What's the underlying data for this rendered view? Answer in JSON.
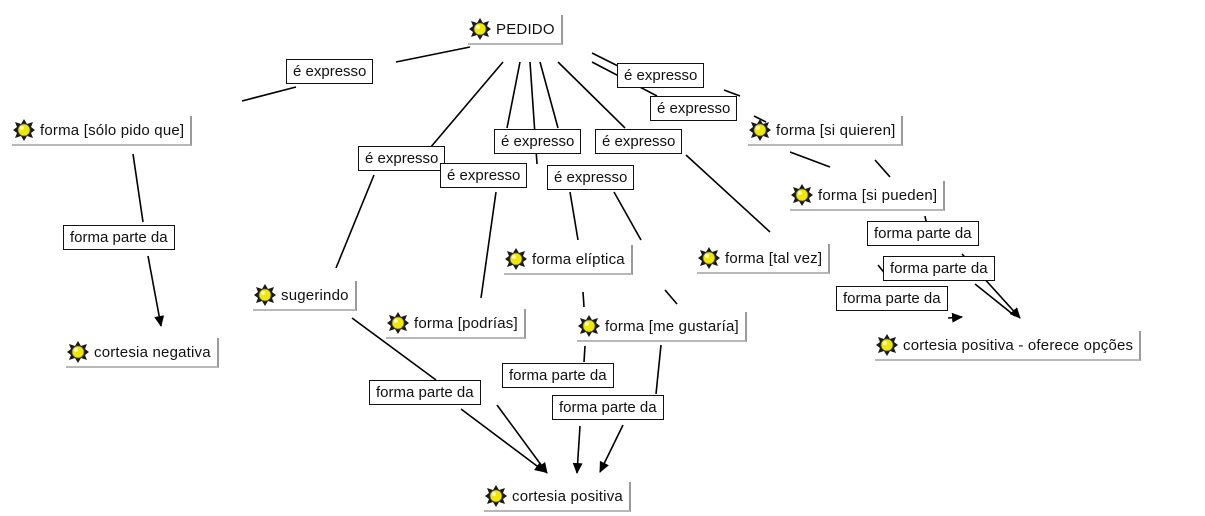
{
  "accent_colors": {
    "icon_fill": "#f0e800",
    "icon_outline": "#1a1a1a",
    "line": "#000000"
  },
  "nodes": {
    "pedido": {
      "label": "PEDIDO",
      "icon": "concept-icon"
    },
    "forma_solo_pido": {
      "label": "forma [sólo pido que]",
      "icon": "concept-icon"
    },
    "cortesia_negativa": {
      "label": "cortesia negativa",
      "icon": "concept-icon"
    },
    "sugerindo": {
      "label": "sugerindo",
      "icon": "concept-icon"
    },
    "forma_podrias": {
      "label": "forma [podrías]",
      "icon": "concept-icon"
    },
    "forma_eliptica": {
      "label": "forma elíptica",
      "icon": "concept-icon"
    },
    "forma_me_gustaria": {
      "label": "forma [me gustaría]",
      "icon": "concept-icon"
    },
    "forma_tal_vez": {
      "label": "forma [tal vez]",
      "icon": "concept-icon"
    },
    "forma_si_quieren": {
      "label": "forma [si quieren]",
      "icon": "concept-icon"
    },
    "forma_si_pueden": {
      "label": "forma [si pueden]",
      "icon": "concept-icon"
    },
    "cortesia_positiva_opcoes": {
      "label": "cortesia positiva - oferece opções",
      "icon": "concept-icon"
    },
    "cortesia_positiva": {
      "label": "cortesia positiva",
      "icon": "concept-icon"
    }
  },
  "links": {
    "l1": "é expresso",
    "l2": "é expresso",
    "l3": "é expresso",
    "l4": "é expresso",
    "l5": "é expresso",
    "l6": "é expresso",
    "l7": "é expresso",
    "l8": "é expresso",
    "l9": "forma parte da",
    "l10": "forma parte da",
    "l11": "forma parte da",
    "l12": "forma parte da",
    "l13": "forma parte da",
    "l14": "forma parte da",
    "l15": "forma parte da"
  }
}
